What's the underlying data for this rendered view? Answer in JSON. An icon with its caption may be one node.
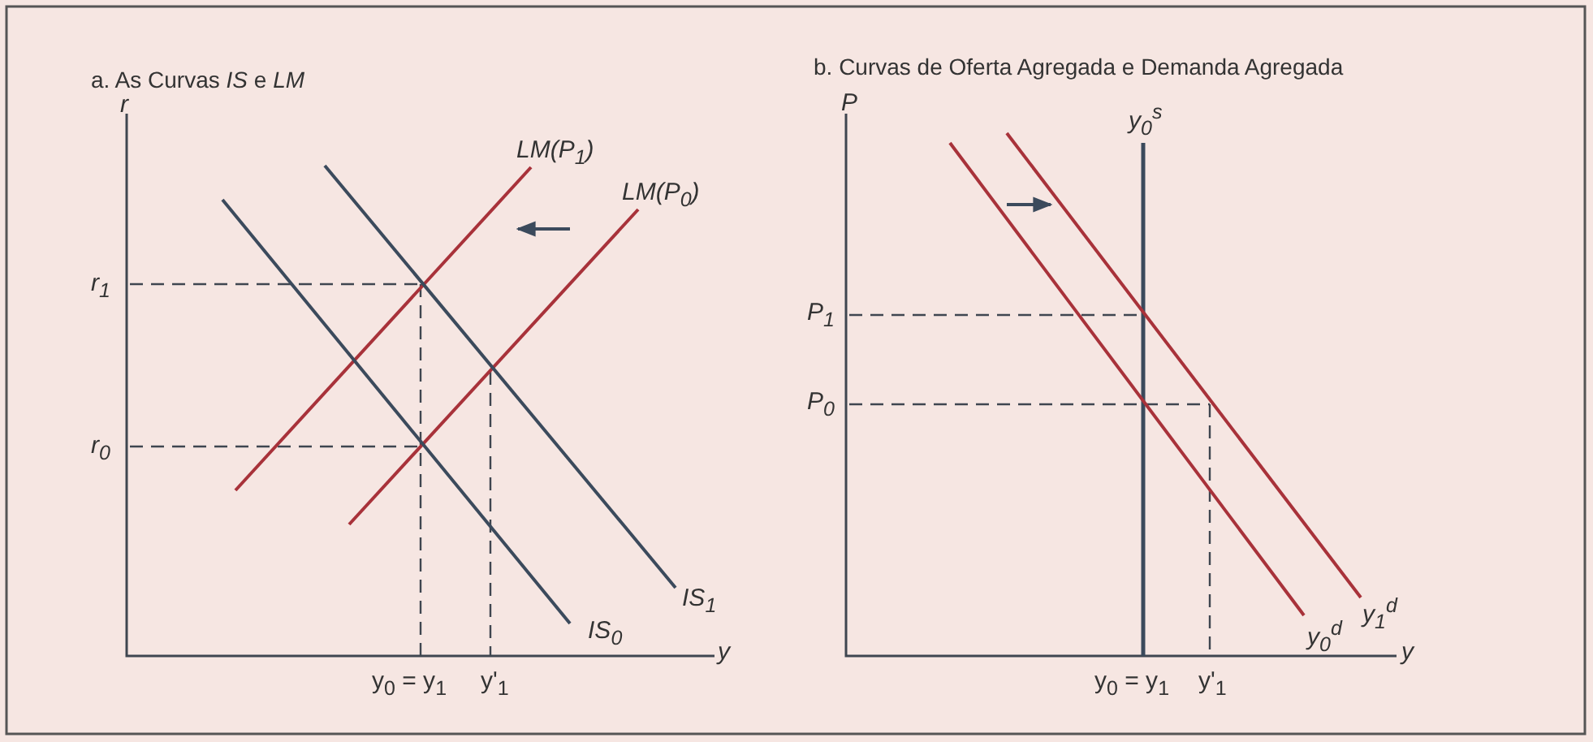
{
  "diagram": {
    "labels": [
      "a. As Curvas *IS* e *LM*",
      "r",
      "LM(P$_{1}$)",
      "LM(P$_{0}$)",
      "r$_{1}$",
      "r$_{0}$",
      "IS$_{1}$",
      "IS$_{0}$",
      "y",
      "y$_{0}$ = y$_{1}$",
      "y'$_{1}$",
      "b. Curvas de Oferta Agregada e Demanda Agregada",
      "P",
      "y$_{0}$$^{s}$",
      "P$_{1}$",
      "P$_{0}$",
      "y$_{0}$$^{d}$",
      "y$_{1}$$^{d}$",
      "y",
      "y$_{0}$ = y$_{1}$",
      "y'$_{1}$"
    ]
  }
}
